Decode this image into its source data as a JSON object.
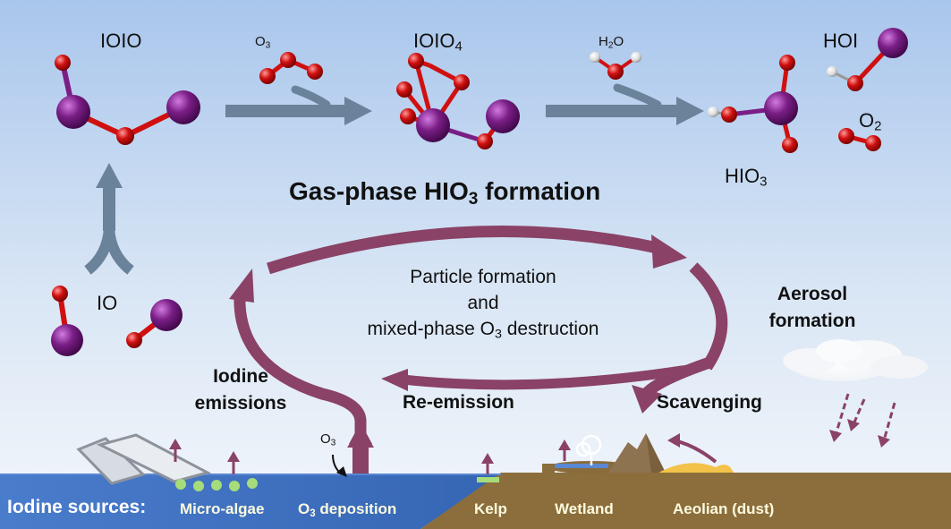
{
  "colors": {
    "sky_top": "#a9c6ec",
    "sky_bottom": "#f2f6fb",
    "ocean": "#3f74c4",
    "land": "#8b6e3c",
    "cycle_arrow": "#8a4266",
    "gray_arrow": "#6a829a",
    "iodine_atom": "#7a1e86",
    "oxygen_atom": "#d01010",
    "hydrogen_atom": "#e8e8e8",
    "algae": "#a6dc7a",
    "sand": "#f2c24a"
  },
  "icons": [
    "ice-floe-icon",
    "tree-icon",
    "mountain-icon",
    "cloud-icon"
  ],
  "molecules": {
    "ioio": "IOIO",
    "o3_label": "O",
    "o3_sub": "3",
    "ioio4_label": "IOIO",
    "ioio4_sub": "4",
    "h2o_label_h": "H",
    "h2o_sub": "2",
    "h2o_label_o": "O",
    "hoi": "HOI",
    "o2_label": "O",
    "o2_sub": "2",
    "hio3_label": "HIO",
    "hio3_sub": "3",
    "io": "IO"
  },
  "title": {
    "prefix": "Gas-phase HIO",
    "sub": "3",
    "suffix": " formation"
  },
  "cycle": {
    "line1": "Particle formation",
    "line2": "and",
    "line3_prefix": "mixed-phase O",
    "line3_sub": "3",
    "line3_suffix": " destruction"
  },
  "labels": {
    "aerosol_line1": "Aerosol",
    "aerosol_line2": "formation",
    "iodine_line1": "Iodine",
    "iodine_line2": "emissions",
    "reemission": "Re-emission",
    "scavenging": "Scavenging",
    "o3_dep_label": "O",
    "o3_dep_sub": "3"
  },
  "sources": {
    "title": "Iodine sources:",
    "micro_algae": "Micro-algae",
    "o3_deposition_prefix": "O",
    "o3_deposition_sub": "3",
    "o3_deposition_suffix": " deposition",
    "kelp": "Kelp",
    "wetland": "Wetland",
    "aeolian": "Aeolian (dust)"
  }
}
